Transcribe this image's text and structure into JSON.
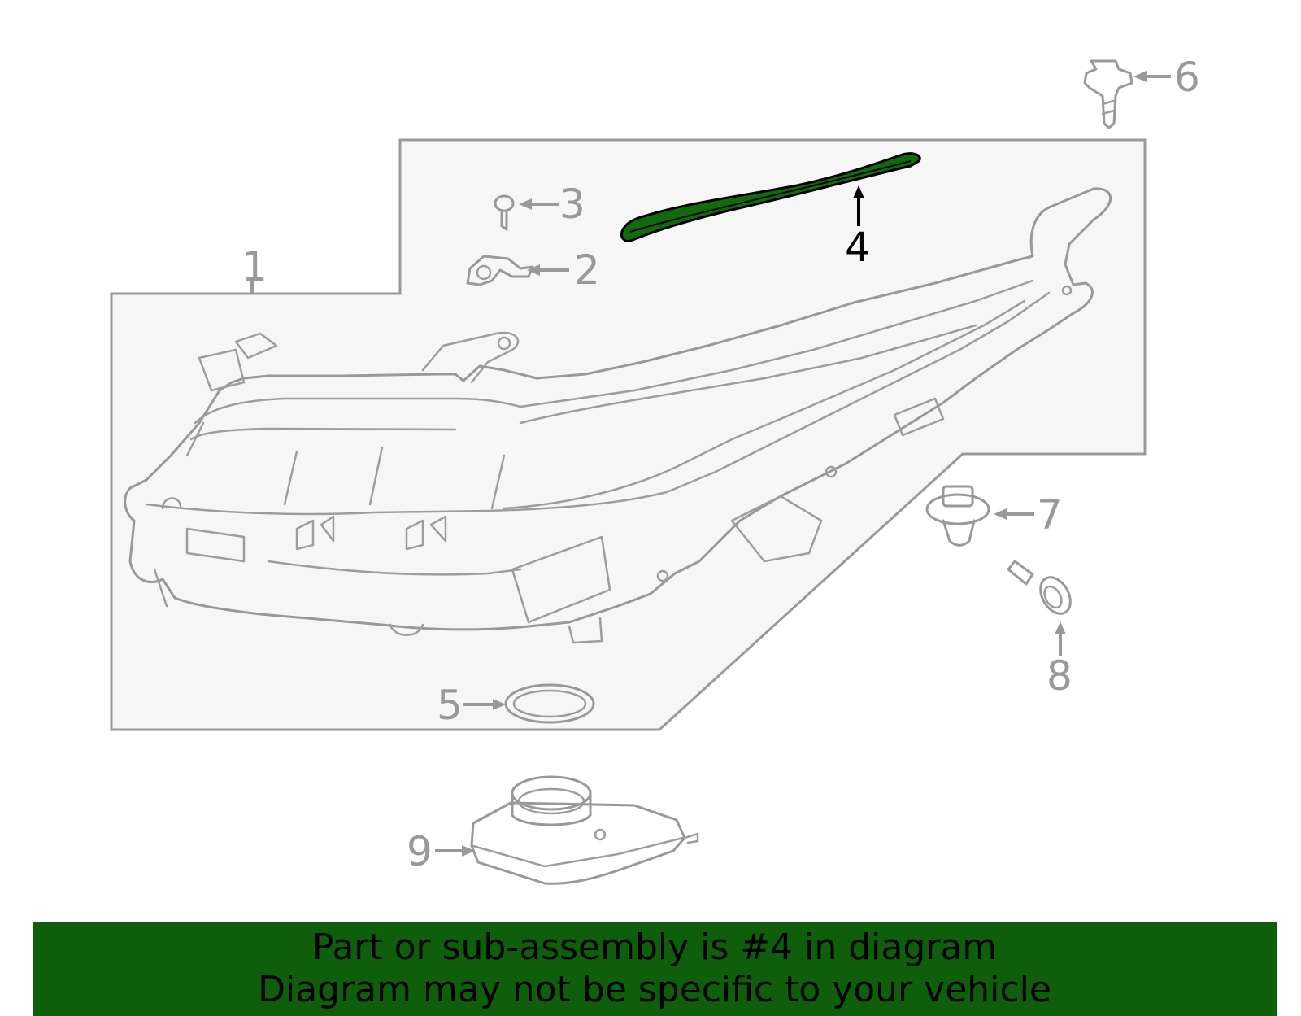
{
  "diagram": {
    "callouts": [
      {
        "id": "1",
        "label": "1",
        "highlighted": false
      },
      {
        "id": "2",
        "label": "2",
        "highlighted": false
      },
      {
        "id": "3",
        "label": "3",
        "highlighted": false
      },
      {
        "id": "4",
        "label": "4",
        "highlighted": true
      },
      {
        "id": "5",
        "label": "5",
        "highlighted": false
      },
      {
        "id": "6",
        "label": "6",
        "highlighted": false
      },
      {
        "id": "7",
        "label": "7",
        "highlighted": false
      },
      {
        "id": "8",
        "label": "8",
        "highlighted": false
      },
      {
        "id": "9",
        "label": "9",
        "highlighted": false
      }
    ],
    "colors": {
      "line_art": "#999999",
      "highlight_part": "#116b0c",
      "panel_fill": "#f6f6f6",
      "banner_bg": "#0f5e0b"
    }
  },
  "banner": {
    "line1": "Part or sub-assembly is #4 in diagram",
    "line2": "Diagram may not be specific to your vehicle"
  }
}
